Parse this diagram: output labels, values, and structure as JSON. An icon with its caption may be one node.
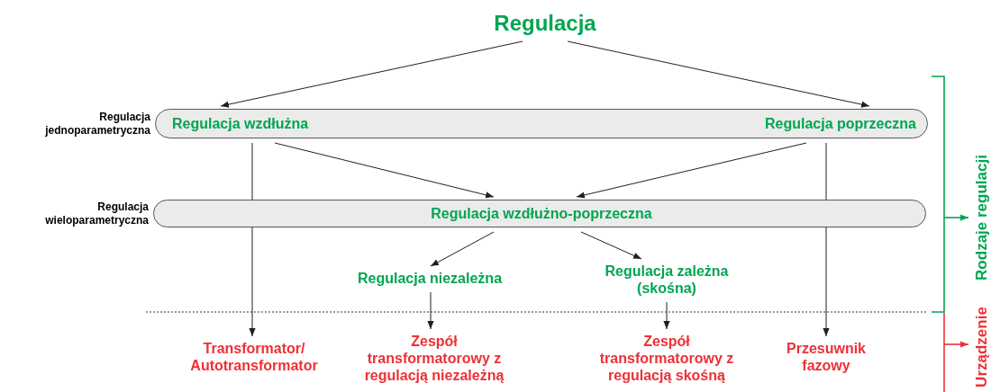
{
  "diagram": {
    "nodes": [
      {
        "text": [
          "Regulacja"
        ]
      },
      {
        "text": [
          "Regulacja jednoparametryczna"
        ]
      },
      {
        "text": [
          "Regulacja wzdłużna"
        ],
        "in": 1
      },
      {
        "text": [
          "Regulacja poprzeczna"
        ],
        "in": 1
      },
      {
        "text": [
          "Regulacja wieloparametryczna"
        ]
      },
      {
        "text": [
          "Regulacja wzdłużno-poprzeczna"
        ],
        "in": 4
      },
      {
        "text": [
          "Regulacja niezależna"
        ]
      },
      {
        "text": [
          "Regulacja zależna (skośna)"
        ]
      },
      {
        "text": [
          "Transformator/ Autotransformator"
        ]
      },
      {
        "text": [
          "Zespół transformatorowy z regulacją niezależną"
        ]
      },
      {
        "text": [
          "Zespół transformatorowy z regulacją skośną"
        ]
      },
      {
        "text": [
          "Przesuwnik fazowy"
        ]
      }
    ],
    "edges": [
      {
        "from": 0,
        "to": 2,
        "arrow": "to"
      },
      {
        "from": 0,
        "to": 3,
        "arrow": "to"
      },
      {
        "from": 2,
        "to": 5,
        "arrow": "to"
      },
      {
        "from": 3,
        "to": 5,
        "arrow": "to"
      },
      {
        "from": 2,
        "to": 8,
        "arrow": "to"
      },
      {
        "from": 3,
        "to": 11,
        "arrow": "to"
      },
      {
        "from": 5,
        "to": 6,
        "arrow": "to"
      },
      {
        "from": 5,
        "to": 7,
        "arrow": "to"
      },
      {
        "from": 6,
        "to": 9,
        "arrow": "to"
      },
      {
        "from": 7,
        "to": 10,
        "arrow": "to"
      }
    ],
    "labels": [
      "Rodzaje regulacji",
      "Urządzenie"
    ]
  }
}
